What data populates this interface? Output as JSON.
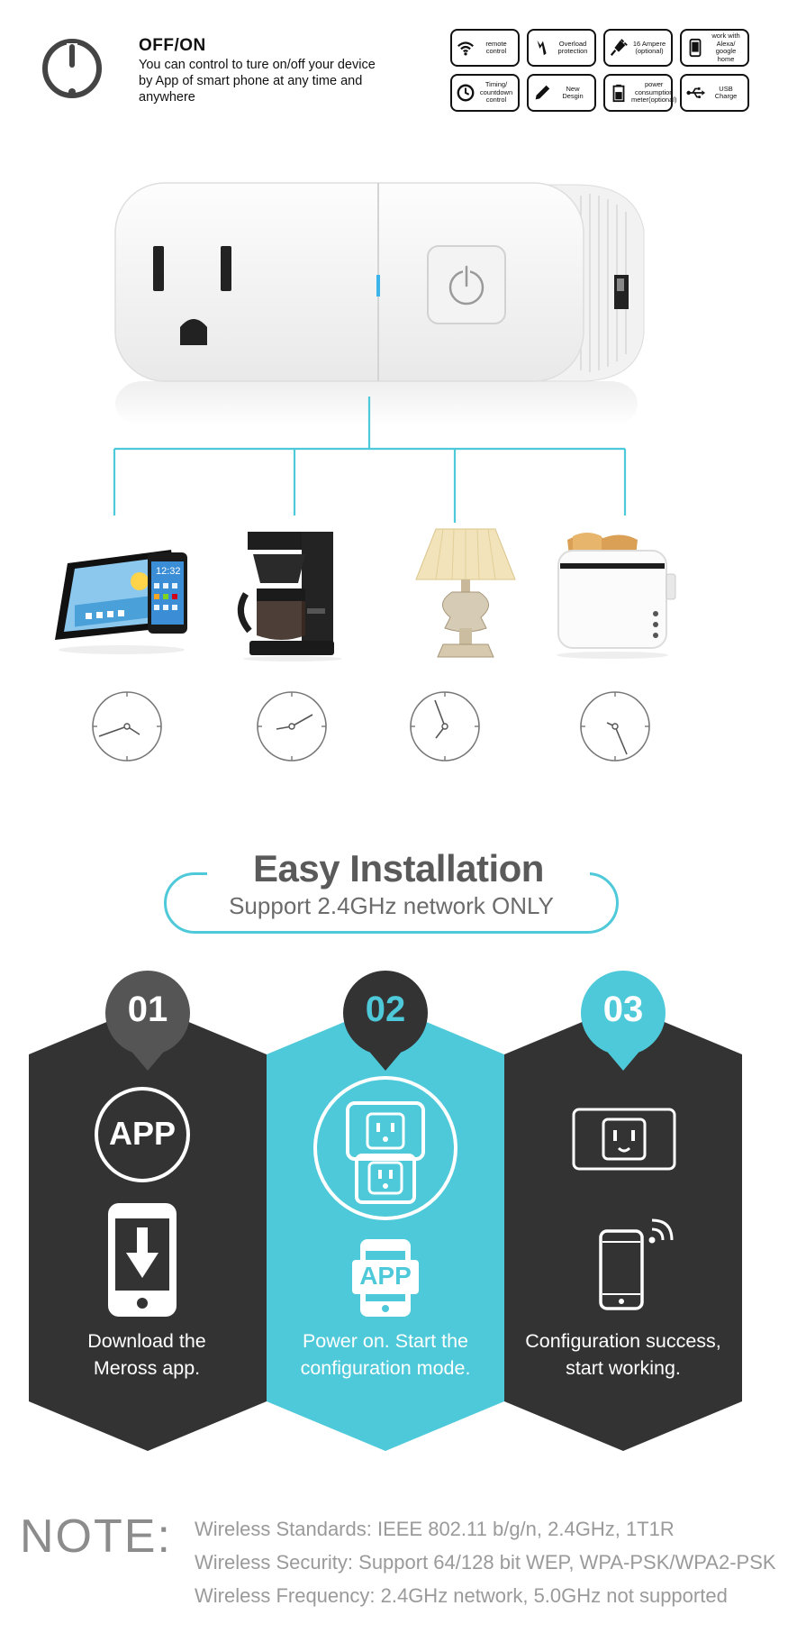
{
  "header": {
    "title": "OFF/ON",
    "description": "You can control to ture on/off your device by App of smart phone at any time and anywhere"
  },
  "features": [
    {
      "icon": "wifi-icon",
      "label": "remote control"
    },
    {
      "icon": "lightning-icon",
      "label": "Overload protection"
    },
    {
      "icon": "plug-icon",
      "label": "16 Ampere (optional)"
    },
    {
      "icon": "phone-icon",
      "label": "work with Alexa/ google home"
    },
    {
      "icon": "timer-icon",
      "label": "Timing/ countdown control"
    },
    {
      "icon": "pen-icon",
      "label": "New Desgin"
    },
    {
      "icon": "battery-icon",
      "label": "power consumption meter(optional)"
    },
    {
      "icon": "usb-icon",
      "label": "USB Charge"
    }
  ],
  "installation": {
    "title": "Easy Installation",
    "subtitle": "Support 2.4GHz network ONLY"
  },
  "steps": [
    {
      "number": "01",
      "icon_label": "APP",
      "text_line1": "Download the",
      "text_line2": "Meross app."
    },
    {
      "number": "02",
      "icon_label": "APP",
      "text_line1": "Power on. Start  the",
      "text_line2": "configuration mode."
    },
    {
      "number": "03",
      "text_line1": "Configuration success,",
      "text_line2": "start working."
    }
  ],
  "note": {
    "label": "NOTE:",
    "lines": [
      "Wireless Standards: IEEE 802.11 b/g/n, 2.4GHz, 1T1R",
      "Wireless Security: Support 64/128 bit WEP, WPA-PSK/WPA2-PSK",
      "Wireless Frequency: 2.4GHz network, 5.0GHz not supported"
    ]
  },
  "colors": {
    "accent": "#4ec9d9",
    "dark": "#333333",
    "text_gray": "#9a9a9a"
  },
  "appliances": [
    "tablet-phone-image",
    "coffee-maker-image",
    "table-lamp-image",
    "toaster-image"
  ]
}
